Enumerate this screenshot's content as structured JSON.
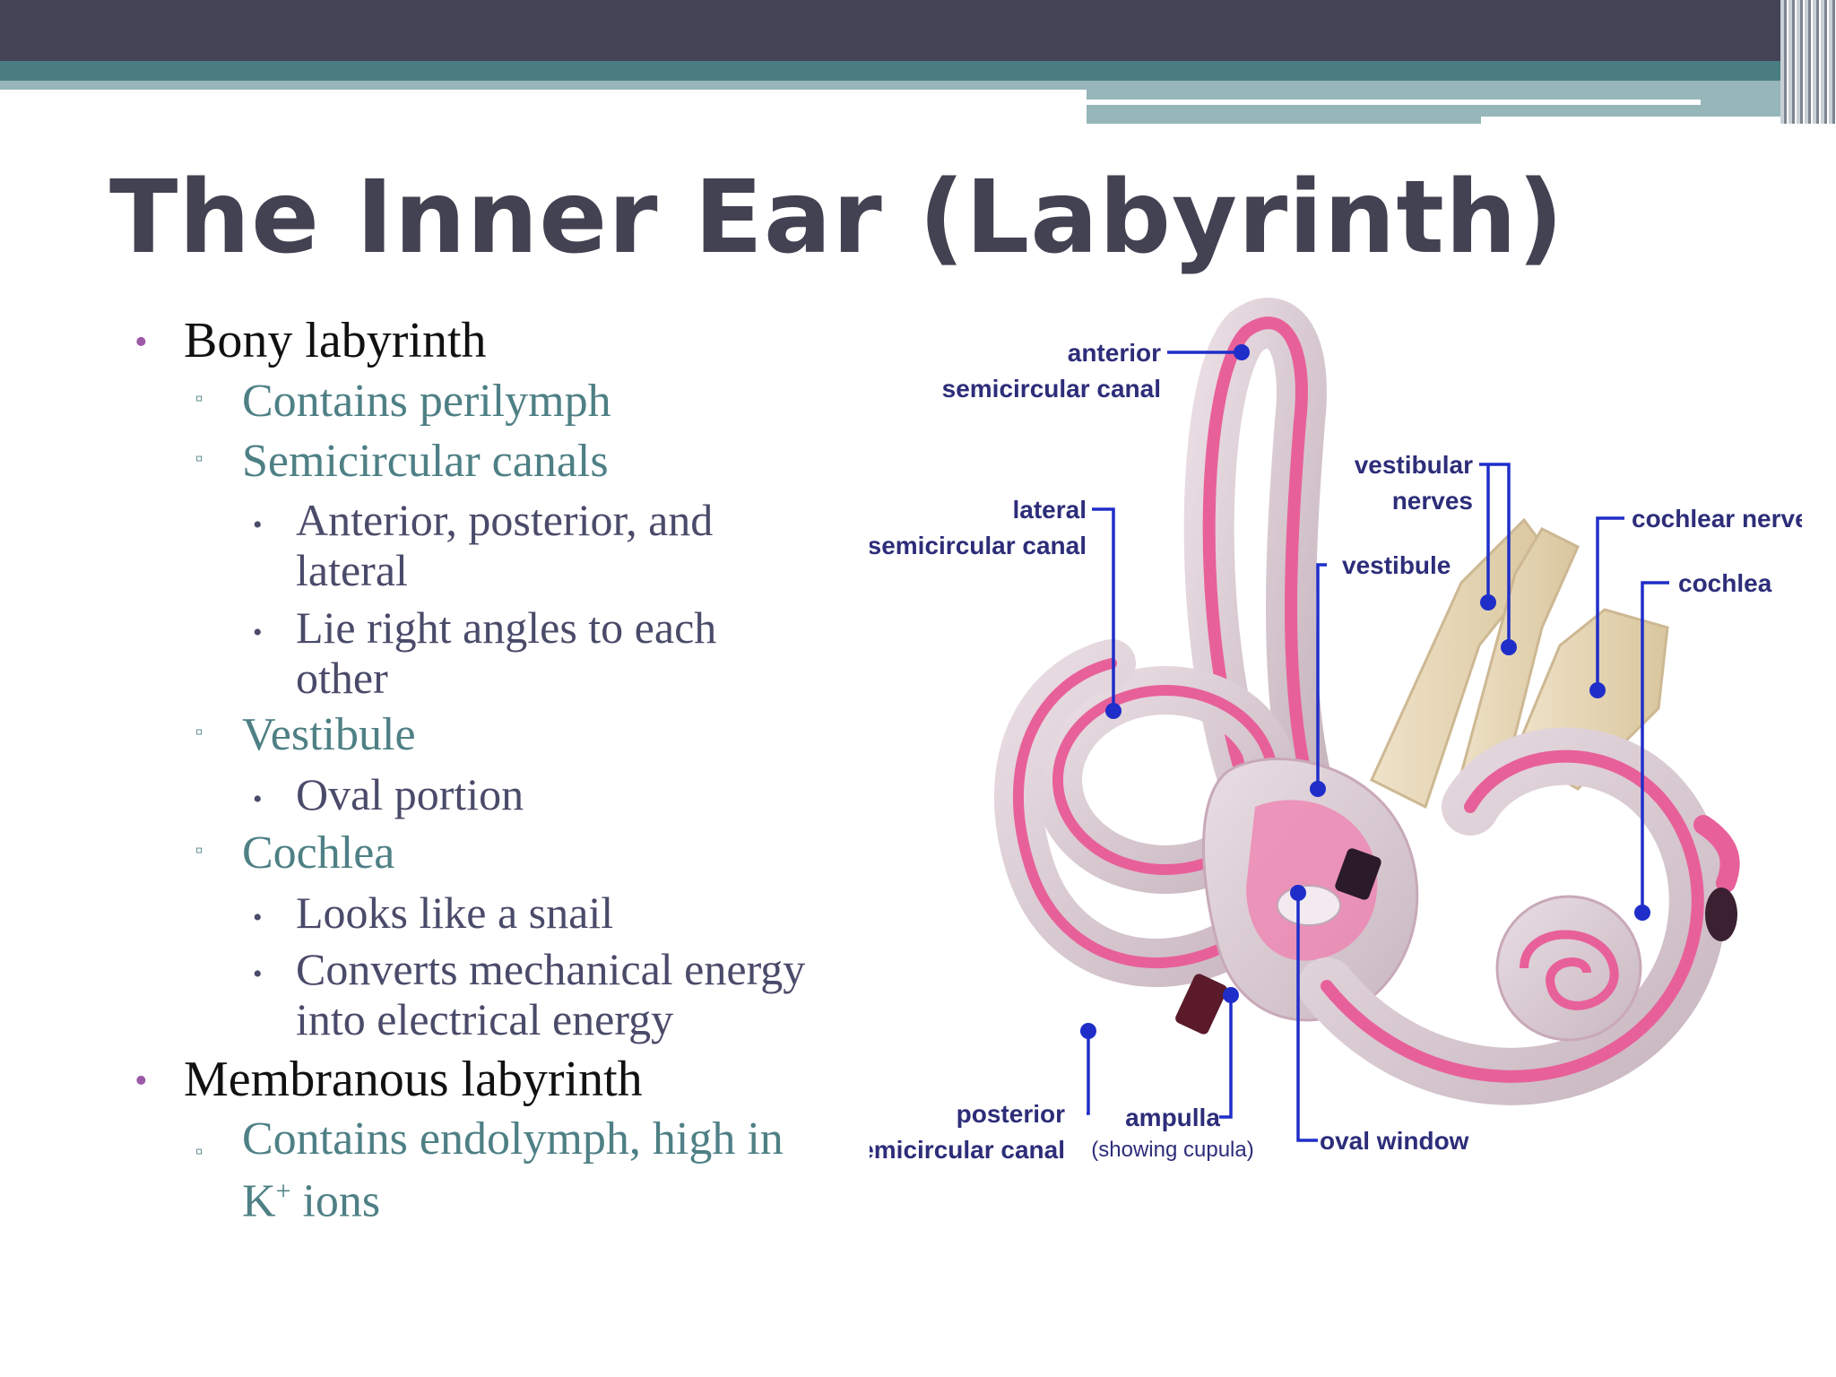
{
  "slide": {
    "title": "The Inner Ear (Labyrinth)",
    "bullets": [
      {
        "text": "Bony labyrinth",
        "children": [
          {
            "text": "Contains perilymph"
          },
          {
            "text": "Semicircular canals",
            "children": [
              {
                "text": "Anterior, posterior, and",
                "continuation": "lateral"
              },
              {
                "text": "Lie right angles to each",
                "continuation": "other"
              }
            ]
          },
          {
            "text": "Vestibule",
            "children": [
              {
                "text": "Oval portion"
              }
            ]
          },
          {
            "text": "Cochlea",
            "children": [
              {
                "text": "Looks like a snail"
              },
              {
                "text": "Converts mechanical energy",
                "continuation": "into electrical energy"
              }
            ]
          }
        ]
      },
      {
        "text": "Membranous labyrinth",
        "children": [
          {
            "text": "Contains endolymph, high in",
            "continuation_pre": "K",
            "continuation_sup": "+",
            "continuation_post": " ions"
          }
        ]
      }
    ]
  },
  "diagram": {
    "labels": {
      "anterior_1": "anterior",
      "anterior_2": "semicircular canal",
      "lateral_1": "lateral",
      "lateral_2": "semicircular canal",
      "vestibular_1": "vestibular",
      "vestibular_2": "nerves",
      "vestibule": "vestibule",
      "cochlear_nerve": "cochlear nerve",
      "cochlea": "cochlea",
      "posterior_1": "posterior",
      "posterior_2": "semicircular canal",
      "ampulla_1": "ampulla",
      "ampulla_2": "(showing cupula)",
      "oval_window": "oval window"
    }
  },
  "colors": {
    "title": "#424252",
    "level1_marker": "#9d5aa8",
    "level2_text": "#4e8085",
    "level3_text": "#4a4a6a",
    "leader_lines": "#1f2ec9",
    "tissue_pink": "#e8609a"
  }
}
